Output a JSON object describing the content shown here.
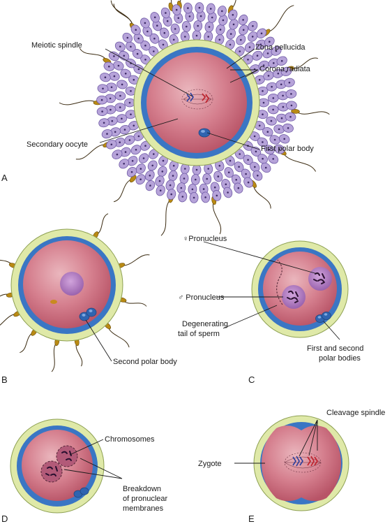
{
  "panels": {
    "a": {
      "letter": "A",
      "labels": {
        "meiotic_spindle": "Meiotic spindle",
        "zona_pellucida": "Zona pellucida",
        "corona_radiata": "Corona radiata",
        "secondary_oocyte": "Secondary oocyte",
        "first_polar_body": "First polar body"
      }
    },
    "b": {
      "letter": "B",
      "labels": {
        "second_polar_body": "Second polar body"
      }
    },
    "c": {
      "letter": "C",
      "labels": {
        "female_pronucleus": "♀Pronucleus",
        "male_pronucleus": "♂ Pronucleus",
        "degenerating_tail_line1": "Degenerating",
        "degenerating_tail_line2": "tail of sperm",
        "polar_bodies_line1": "First and second",
        "polar_bodies_line2": "polar bodies"
      }
    },
    "d": {
      "letter": "D",
      "labels": {
        "chromosomes": "Chromosomes",
        "breakdown_line1": "Breakdown",
        "breakdown_line2": "of pronuclear",
        "breakdown_line3": "membranes"
      }
    },
    "e": {
      "letter": "E",
      "labels": {
        "cleavage_spindle": "Cleavage spindle",
        "zygote": "Zygote"
      }
    }
  },
  "colors": {
    "zona": "#dfe9a8",
    "membrane": "#3a76c4",
    "cytoplasm": "#c96a7c",
    "cytoplasm_light": "#e5a6ae",
    "corona_cell": "#b6a3d9",
    "corona_stroke": "#6f5aa6",
    "sperm": "#b98a14",
    "pronucleus": "#a876b8",
    "chromosome_red": "#c0202a",
    "chromosome_blue": "#2c3f9e"
  }
}
